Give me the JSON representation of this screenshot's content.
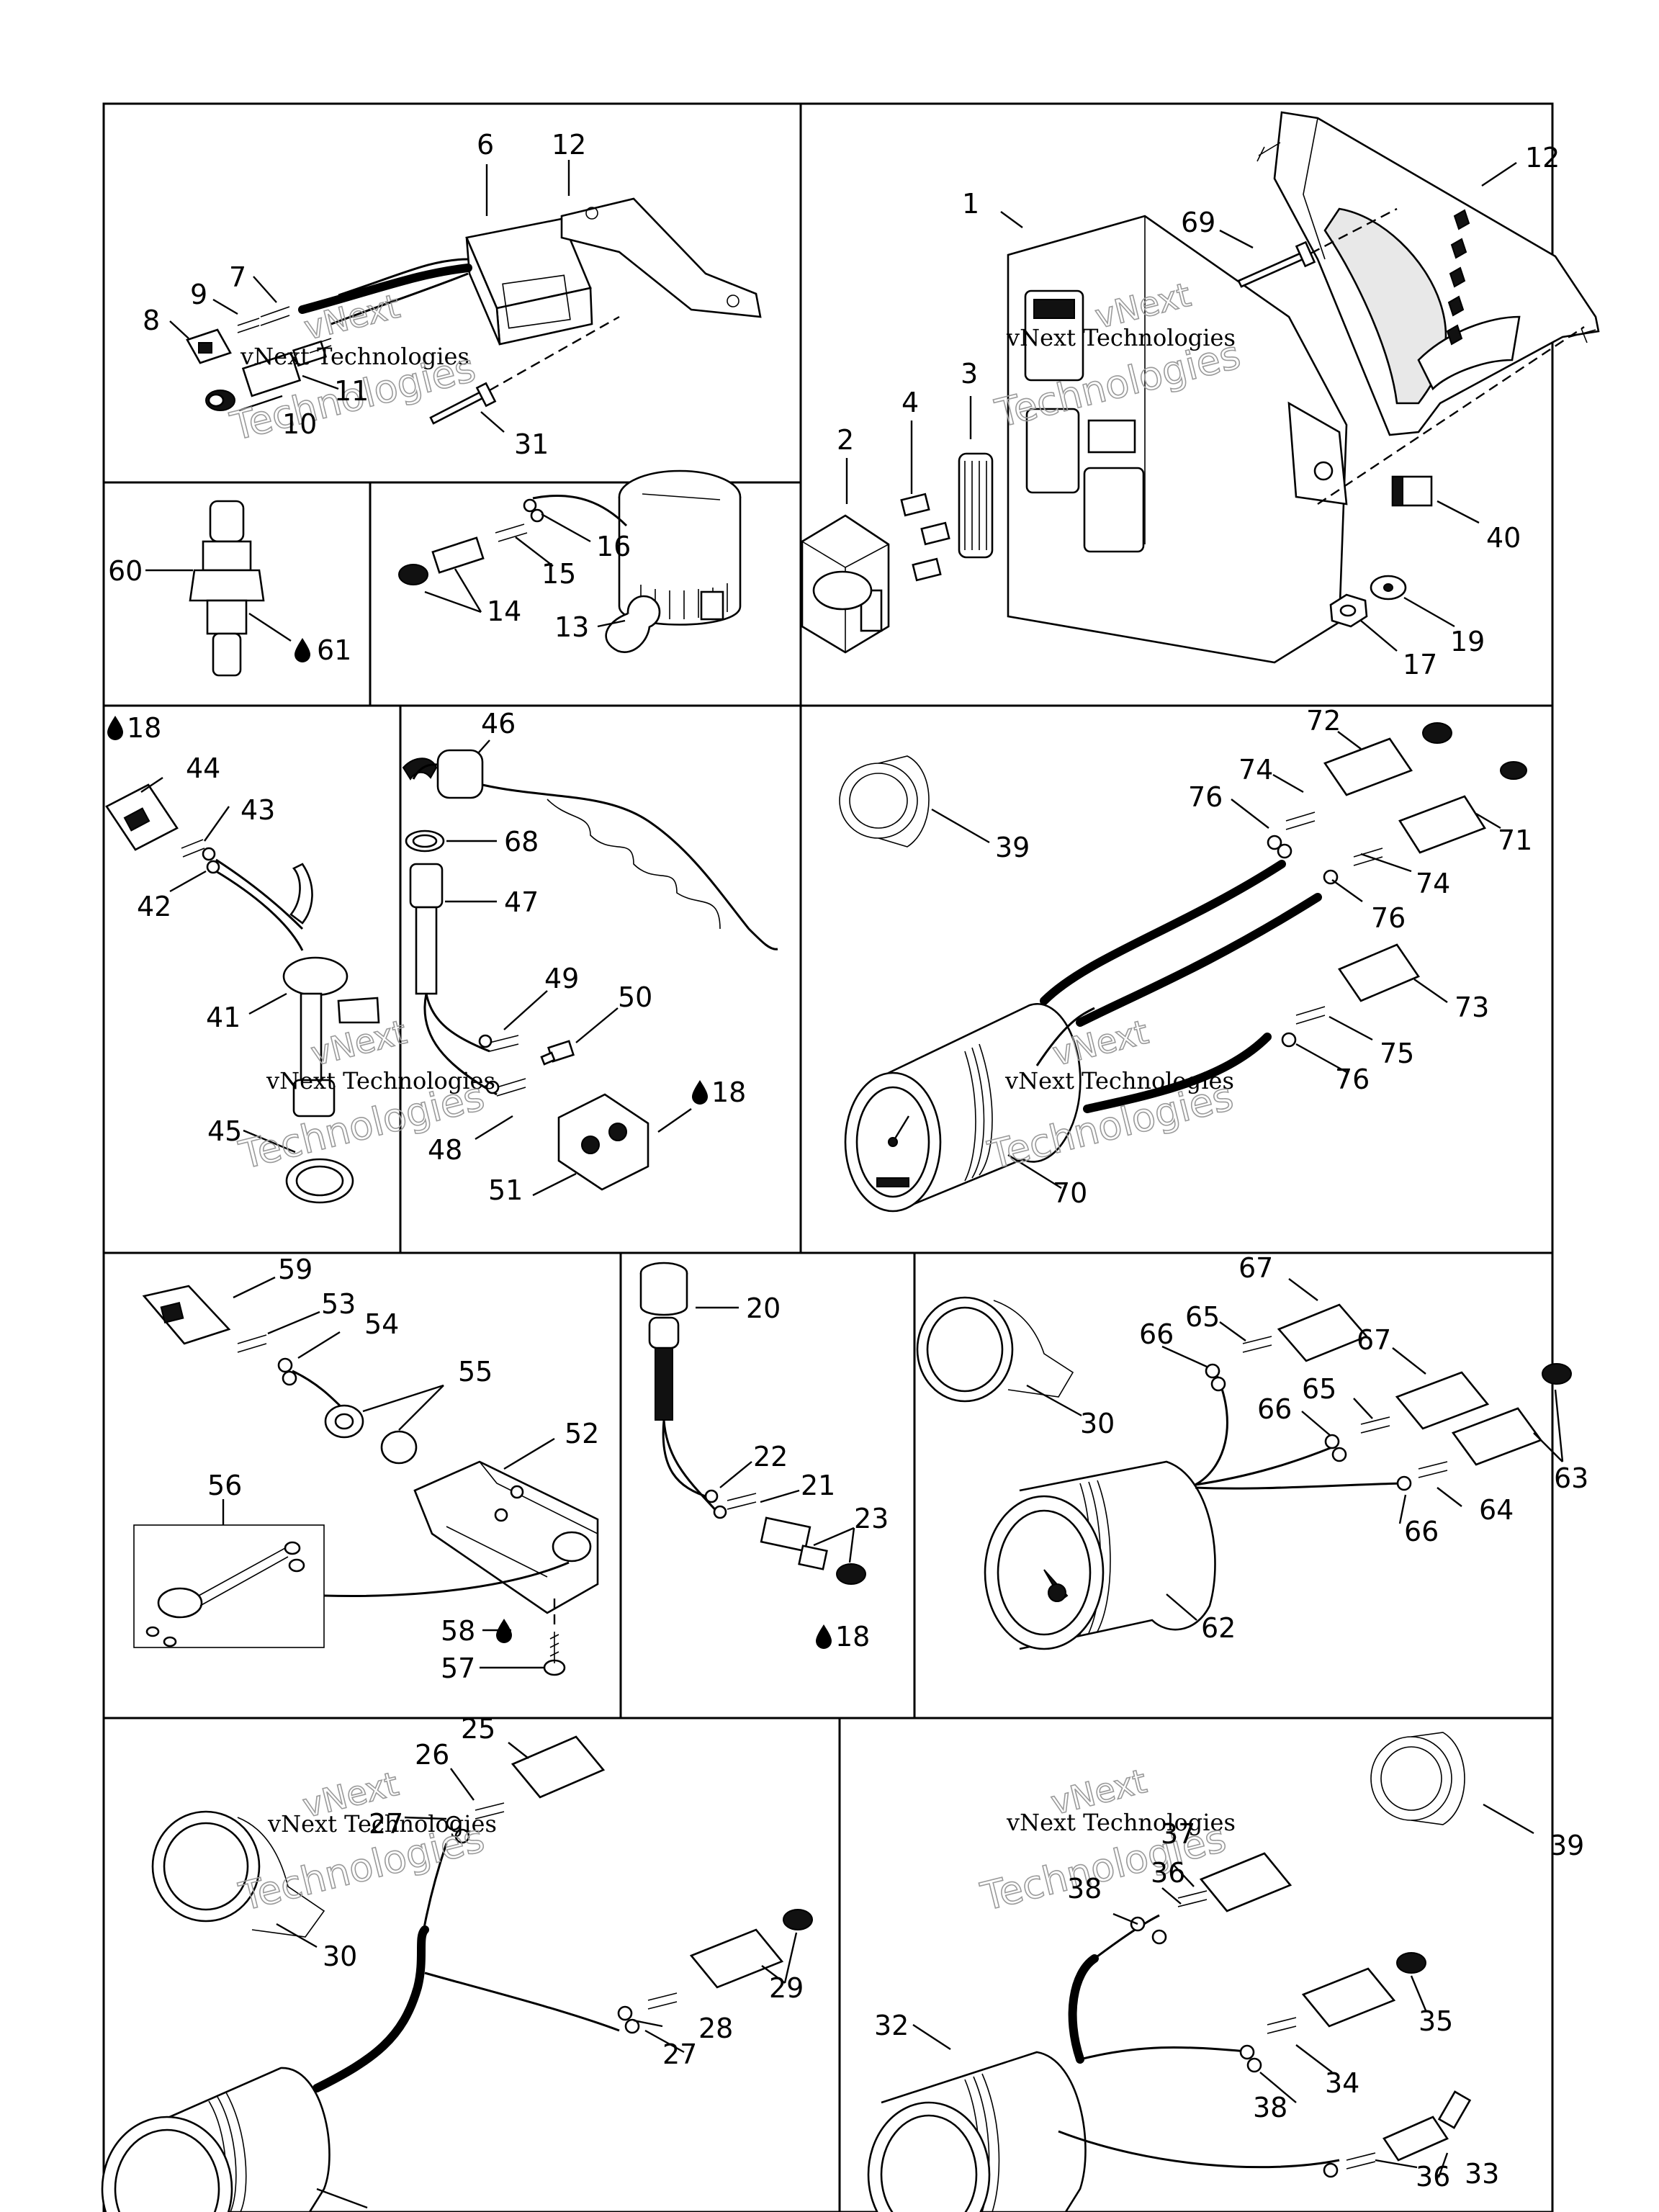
{
  "watermark": {
    "line1": "vNext",
    "line2": "vNext Technologies",
    "line3": "Technologies"
  },
  "oil_icon": "oil-drop-icon",
  "callouts": {
    "c1": "1",
    "c2": "2",
    "c3": "3",
    "c4": "4",
    "c6": "6",
    "c7": "7",
    "c8": "8",
    "c9": "9",
    "c10": "10",
    "c11": "11",
    "c12a": "12",
    "c12b": "12",
    "c13": "13",
    "c14": "14",
    "c15": "15",
    "c16": "16",
    "c17": "17",
    "c18a": "18",
    "c18b": "18",
    "c18c": "18",
    "c19": "19",
    "c20": "20",
    "c21": "21",
    "c22": "22",
    "c23": "23",
    "c25": "25",
    "c26": "26",
    "c27a": "27",
    "c27b": "27",
    "c28": "28",
    "c29": "29",
    "c30a": "30",
    "c30b": "30",
    "c31": "31",
    "c32": "32",
    "c33": "33",
    "c34": "34",
    "c35": "35",
    "c36a": "36",
    "c36b": "36",
    "c37": "37",
    "c38a": "38",
    "c38b": "38",
    "c39a": "39",
    "c39b": "39",
    "c40": "40",
    "c41": "41",
    "c42": "42",
    "c43": "43",
    "c44": "44",
    "c45": "45",
    "c46": "46",
    "c47": "47",
    "c48": "48",
    "c49": "49",
    "c50": "50",
    "c51": "51",
    "c52": "52",
    "c53": "53",
    "c54": "54",
    "c55": "55",
    "c56": "56",
    "c57": "57",
    "c58": "58",
    "c59": "59",
    "c60": "60",
    "c61": "61",
    "c62": "62",
    "c63": "63",
    "c64": "64",
    "c65a": "65",
    "c65b": "65",
    "c66a": "66",
    "c66b": "66",
    "c66c": "66",
    "c67a": "67",
    "c67b": "67",
    "c68": "68",
    "c69": "69",
    "c70": "70",
    "c71": "71",
    "c72": "72",
    "c73": "73",
    "c74a": "74",
    "c74b": "74",
    "c75": "75",
    "c76a": "76",
    "c76b": "76",
    "c76c": "76"
  }
}
